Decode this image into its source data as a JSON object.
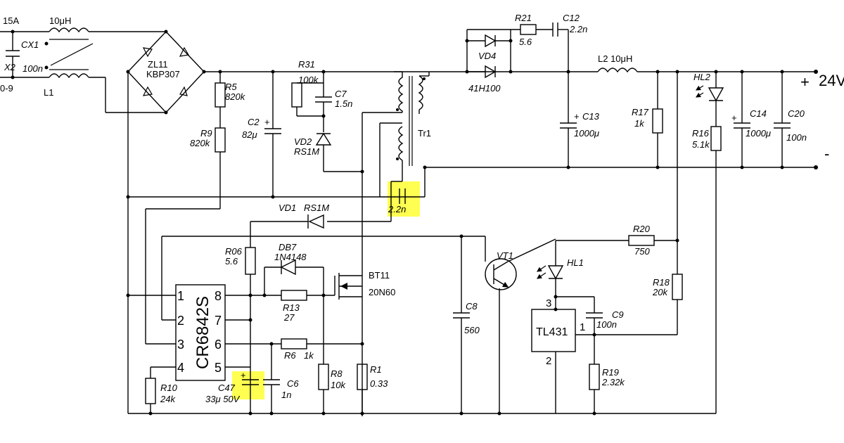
{
  "labels": {
    "fuse_rating": "15A",
    "l1_inductance": "10μH",
    "cx1": "CX1",
    "x2": "X2",
    "cx1_value": "100n",
    "left_edge_fragment": "0-9",
    "l1": "L1",
    "zl11": "ZL11",
    "kbp307": "KBP307",
    "r5": "R5",
    "r5_value": "820k",
    "r9": "R9",
    "r9_value": "820k",
    "c2": "C2",
    "c2_value": "82μ",
    "r31": "R31",
    "r31_value": "100k",
    "c7": "C7",
    "c7_value": "1.5n",
    "vd2": "VD2",
    "vd2_value": "RS1M",
    "tr1": "Tr1",
    "c_snub_value": "2.2n",
    "vd1": "VD1",
    "vd1_value": "RS1M",
    "r21": "R21",
    "r21_value": "5.6",
    "c12": "C12",
    "c12_value": "2.2n",
    "vd4": "VD4",
    "vd4_value": "41H100",
    "c13": "C13",
    "c13_value": "1000μ",
    "l2": "L2  10μH",
    "r17": "R17",
    "r17_value": "1k",
    "hl2": "HL2",
    "r16": "R16",
    "r16_value": "5.1k",
    "c14": "C14",
    "c14_value": "1000μ",
    "c20": "C20",
    "c20_value": "100n",
    "plus": "+",
    "output_voltage": "24V",
    "minus": "-",
    "r06": "R06",
    "r06_value": "5.6",
    "db7": "DB7",
    "db7_value": "1N4148",
    "bt11": "BT11",
    "bt11_value": "20N60",
    "r13": "R13",
    "r13_value": "27",
    "r6": "R6",
    "r6_value": "1k",
    "ic_name": "CR6842S",
    "pin1": "1",
    "pin2": "2",
    "pin3": "3",
    "pin4": "4",
    "pin5": "5",
    "pin6": "6",
    "pin7": "7",
    "pin8": "8",
    "r10": "R10",
    "r10_value": "24k",
    "c47": "C47",
    "c47_value": "33μ 50V",
    "c6": "C6",
    "c6_value": "1n",
    "r8": "R8",
    "r8_value": "10k",
    "r1": "R1",
    "r1_value": "0.33",
    "c8": "C8",
    "c8_value": "560",
    "vt1": "VT1",
    "hl1": "HL1",
    "r20": "R20",
    "r20_value": "750",
    "r18": "R18",
    "r18_value": "20k",
    "tl431": "TL431",
    "tl_pin3": "3",
    "tl_pin1": "1",
    "tl_pin2": "2",
    "c9": "C9",
    "c9_value": "100n",
    "r19": "R19",
    "r19_value": "2.32k"
  },
  "colors": {
    "wire": "#000000",
    "highlight": "#ffff33",
    "background": "#ffffff"
  }
}
